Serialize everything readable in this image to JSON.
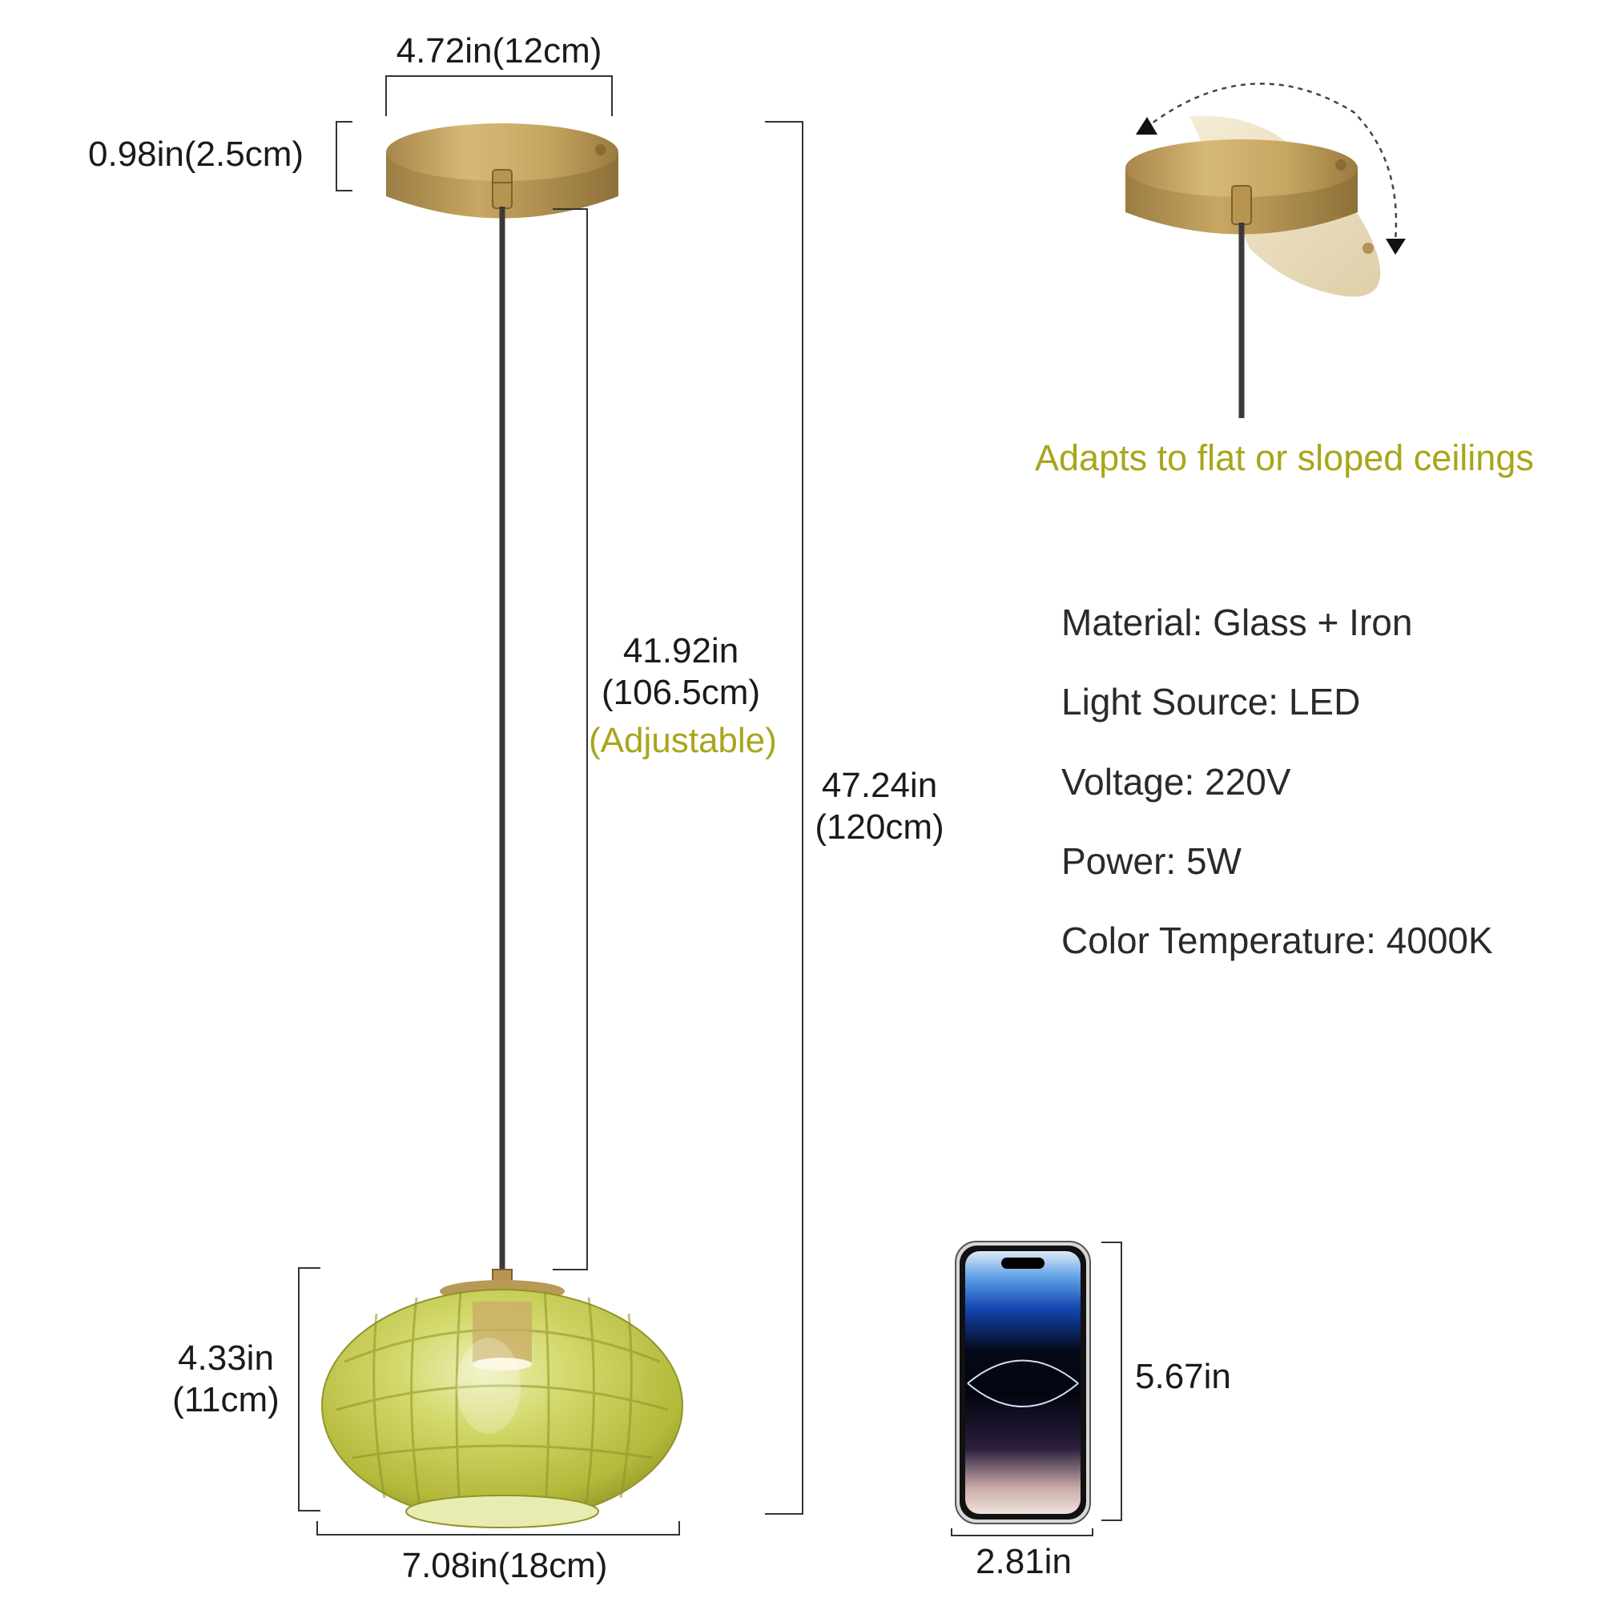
{
  "dimensions": {
    "canopy_width": "4.72in(12cm)",
    "canopy_height": "0.98in(2.5cm)",
    "cord_length_in": "41.92in",
    "cord_length_cm": "(106.5cm)",
    "cord_adjustable": "(Adjustable)",
    "total_length_in": "47.24in",
    "total_length_cm": "(120cm)",
    "shade_height_in": "4.33in",
    "shade_height_cm": "(11cm)",
    "shade_width": "7.08in(18cm)",
    "phone_height": "5.67in",
    "phone_width": "2.81in"
  },
  "ceiling_note": "Adapts to flat or sloped ceilings",
  "specs": [
    {
      "label": "Material: ",
      "value": "Glass + Iron"
    },
    {
      "label": "Light Source: ",
      "value": "LED"
    },
    {
      "label": "Voltage: ",
      "value": "220V"
    },
    {
      "label": "Power: ",
      "value": "5W"
    },
    {
      "label": "Color Temperature: ",
      "value": "4000K"
    }
  ],
  "colors": {
    "accent": "#a8a61a",
    "brass": "#c2a15a",
    "glass": "#c9cf55",
    "cord": "#3a3a3a"
  }
}
